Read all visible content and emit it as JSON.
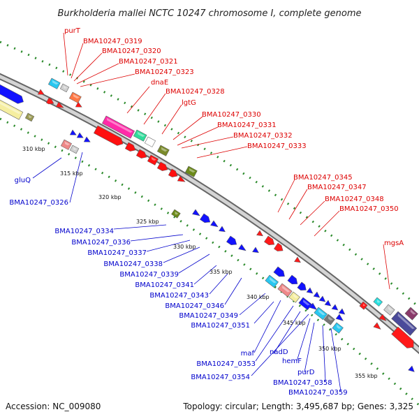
{
  "title": "Burkholderia mallei NCTC 10247 chromosome I, complete genome",
  "accession": "Accession: NC_009080",
  "topology": "Topology: circular; Length: 3,495,687 bp; Genes: 3,325",
  "colors": {
    "top_strand_labels": "#dd0000",
    "bottom_strand_labels": "#0000cc",
    "backbone": "#888888",
    "tick_dots": "#2a8a2a"
  },
  "scale_labels": [
    "310 kbp",
    "315 kbp",
    "320 kbp",
    "325 kbp",
    "330 kbp",
    "335 kbp",
    "340 kbp",
    "345 kbp",
    "350 kbp",
    "355 kbp"
  ],
  "top_labels": [
    "purT",
    "BMA10247_0319",
    "BMA10247_0320",
    "BMA10247_0321",
    "BMA10247_0323",
    "dnaE",
    "BMA10247_0328",
    "lgtG",
    "BMA10247_0330",
    "BMA10247_0331",
    "BMA10247_0332",
    "BMA10247_0333",
    "BMA10247_0345",
    "BMA10247_0347",
    "BMA10247_0348",
    "BMA10247_0350",
    "mgsA"
  ],
  "bottom_labels": [
    "gluQ",
    "BMA10247_0326",
    "BMA10247_0334",
    "BMA10247_0336",
    "BMA10247_0337",
    "BMA10247_0338",
    "BMA10247_0339",
    "BMA10247_0341",
    "BMA10247_0343",
    "BMA10247_0346",
    "BMA10247_0349",
    "BMA10247_0351",
    "maf",
    "BMA10247_0353",
    "nadD",
    "BMA10247_0354",
    "hemF",
    "purD",
    "BMA10247_0358",
    "BMA10247_0359"
  ]
}
